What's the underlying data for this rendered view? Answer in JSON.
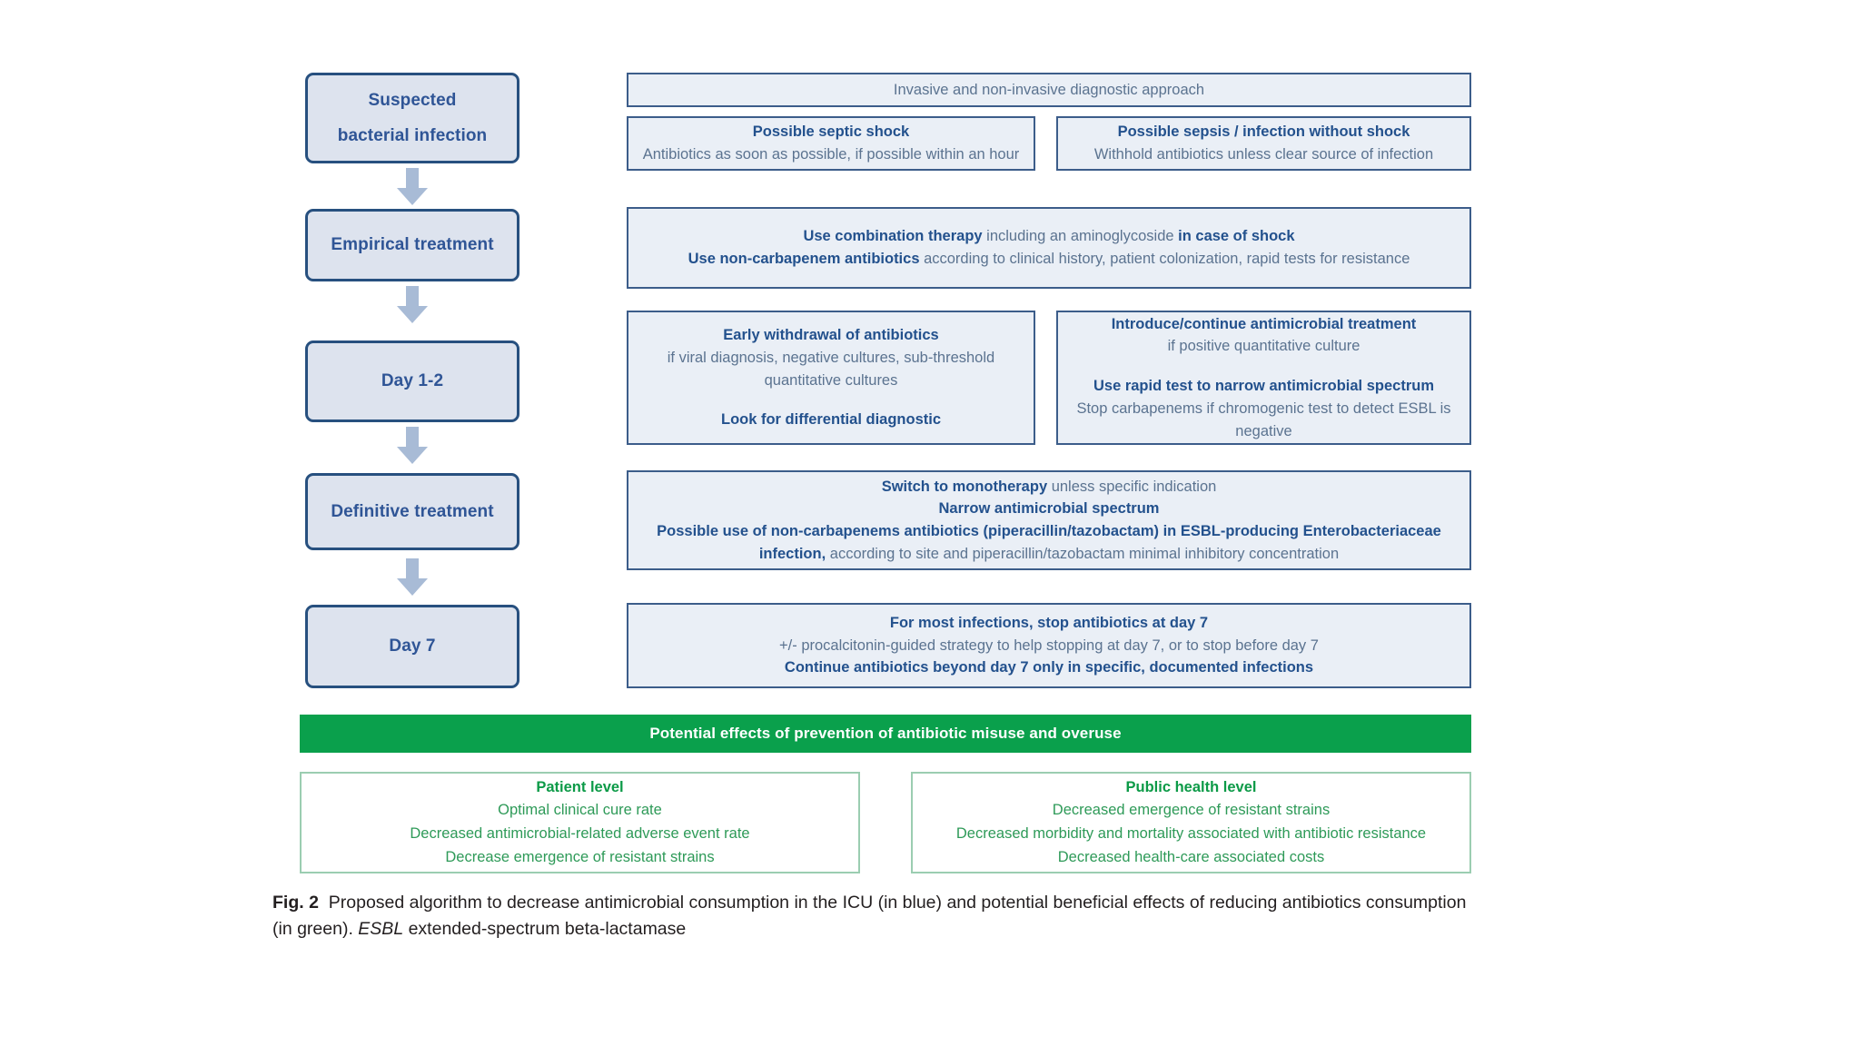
{
  "figure": {
    "id": "fig-2",
    "caption_label": "Fig. 2",
    "caption_text_1": "Proposed algorithm to decrease antimicrobial consumption in the ICU (in blue) and potential beneficial effects of reducing antibiotics consumption (in green). ",
    "caption_italic": "ESBL",
    "caption_text_2": " extended-spectrum beta-lactamase"
  },
  "colors": {
    "stage_border": "#27507F",
    "stage_fill": "#DDE3EE",
    "stage_text": "#2F5596",
    "box_border": "#3C5D8A",
    "box_fill": "#EAEFF6",
    "bold_text": "#23518D",
    "plain_text": "#5B7390",
    "arrow": "#A8BBD6",
    "green_banner": "#0AA04C",
    "green_border": "#9BCDB1",
    "green_text": "#2E9A58"
  },
  "stages": [
    {
      "id": "suspected-bacterial-infection",
      "lines": [
        "Suspected",
        "bacterial infection"
      ]
    },
    {
      "id": "empirical-treatment",
      "lines": [
        "Empirical treatment"
      ]
    },
    {
      "id": "day-1-2",
      "lines": [
        "Day 1-2"
      ]
    },
    {
      "id": "definitive-treatment",
      "lines": [
        "Definitive treatment"
      ]
    },
    {
      "id": "day-7",
      "lines": [
        "Day 7"
      ]
    }
  ],
  "arrows": [
    {
      "id": "arrow-1",
      "direction": "down"
    },
    {
      "id": "arrow-2",
      "direction": "down"
    },
    {
      "id": "arrow-3",
      "direction": "down"
    },
    {
      "id": "arrow-4",
      "direction": "down"
    }
  ],
  "boxes": {
    "diagnostic_approach": {
      "line1": "Invasive and non-invasive diagnostic approach"
    },
    "septic_shock": {
      "heading": "Possible septic shock",
      "line1": "Antibiotics as soon as possible, if possible within an hour"
    },
    "sepsis_without_shock": {
      "heading": "Possible sepsis / infection without shock",
      "line1": "Withhold antibiotics unless clear source of infection"
    },
    "empirical": {
      "line1_bold_a": "Use combination therapy",
      "line1_plain_a": " including an aminoglycoside ",
      "line1_bold_b": "in case of shock",
      "line2_bold_a": "Use non-carbapenem antibiotics",
      "line2_plain_a": " according to clinical history, patient colonization, rapid tests for resistance"
    },
    "early_withdrawal": {
      "heading": "Early withdrawal of antibiotics",
      "line1": "if viral diagnosis, negative cultures, sub-threshold",
      "line2": "quantitative cultures",
      "heading2": "Look for differential diagnostic"
    },
    "introduce_continue": {
      "heading": "Introduce/continue antimicrobial treatment",
      "line1": "if positive quantitative culture",
      "heading2": "Use rapid test to narrow antimicrobial spectrum",
      "line2": "Stop carbapenems if chromogenic test to detect ESBL is",
      "line3": "negative"
    },
    "definitive": {
      "line1_bold": "Switch to monotherapy",
      "line1_plain": " unless specific indication",
      "line2_bold": "Narrow antimicrobial spectrum",
      "line3_bold": "Possible use of non-carbapenems antibiotics (piperacillin/tazobactam) in ESBL-producing Enterobacteriaceae",
      "line4_bold": "infection,",
      "line4_plain": " according to site and piperacillin/tazobactam minimal inhibitory concentration"
    },
    "day7": {
      "line1_bold": "For most infections, stop antibiotics at day 7",
      "line2_plain": "+/- procalcitonin-guided strategy to help stopping at day 7, or to stop before day 7",
      "line3_bold": "Continue antibiotics beyond day 7 only in specific, documented infections"
    }
  },
  "banner": {
    "text": "Potential effects of prevention of antibiotic misuse and overuse"
  },
  "outcomes": {
    "patient": {
      "heading": "Patient level",
      "line1": "Optimal clinical cure rate",
      "line2": "Decreased antimicrobial-related adverse event rate",
      "line3": "Decrease emergence of resistant strains"
    },
    "public": {
      "heading": "Public health level",
      "line1": "Decreased emergence of resistant strains",
      "line2": "Decreased morbidity and mortality associated with antibiotic resistance",
      "line3": "Decreased health-care associated costs"
    }
  }
}
